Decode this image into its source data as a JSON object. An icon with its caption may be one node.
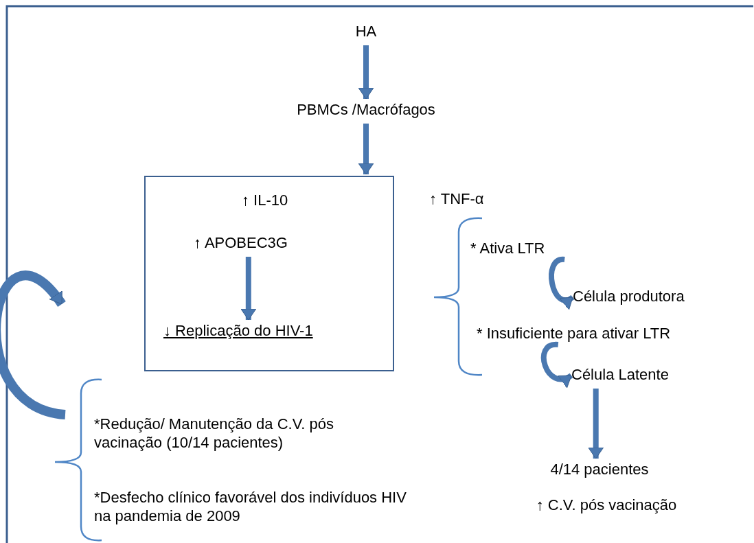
{
  "diagram": {
    "nodes": [
      {
        "text": [
          "HA"
        ]
      },
      {
        "text": [
          "PBMCs /Macrófagos"
        ]
      },
      {
        "text": [],
        "shape": "box"
      },
      {
        "text": [
          "↑  IL-10"
        ],
        "in": 2
      },
      {
        "text": [
          "↑ APOBEC3G"
        ],
        "in": 2
      },
      {
        "text": [
          "↓ Replicação do HIV-1"
        ],
        "in": 2
      },
      {
        "text": [
          "↑ TNF-α"
        ]
      },
      {
        "text": [
          "* Ativa LTR"
        ]
      },
      {
        "text": [
          "Célula produtora"
        ]
      },
      {
        "text": [
          "* Insuficiente para ativar LTR"
        ]
      },
      {
        "text": [
          "Célula Latente"
        ]
      },
      {
        "text": [
          "4/14 pacientes"
        ]
      },
      {
        "text": [
          "↑ C.V. pós vacinação"
        ]
      },
      {
        "text": [
          "*Redução/ Manutenção da C.V. pós vacinação (10/14 pacientes)"
        ]
      },
      {
        "text": [
          "*Desfecho clínico favorável dos indivíduos HIV na pandemia de 2009"
        ]
      }
    ],
    "edges": [
      {
        "from": 0,
        "to": 1,
        "arrow": "to"
      },
      {
        "from": 1,
        "to": 2,
        "arrow": "to"
      },
      {
        "from": 4,
        "to": 5,
        "arrow": "to"
      },
      {
        "from": 7,
        "to": 8,
        "arrow": "to"
      },
      {
        "from": 9,
        "to": 10,
        "arrow": "to"
      },
      {
        "from": 10,
        "to": 11,
        "arrow": "to"
      },
      {
        "from": 13,
        "to": null,
        "arrow": "to"
      }
    ]
  }
}
